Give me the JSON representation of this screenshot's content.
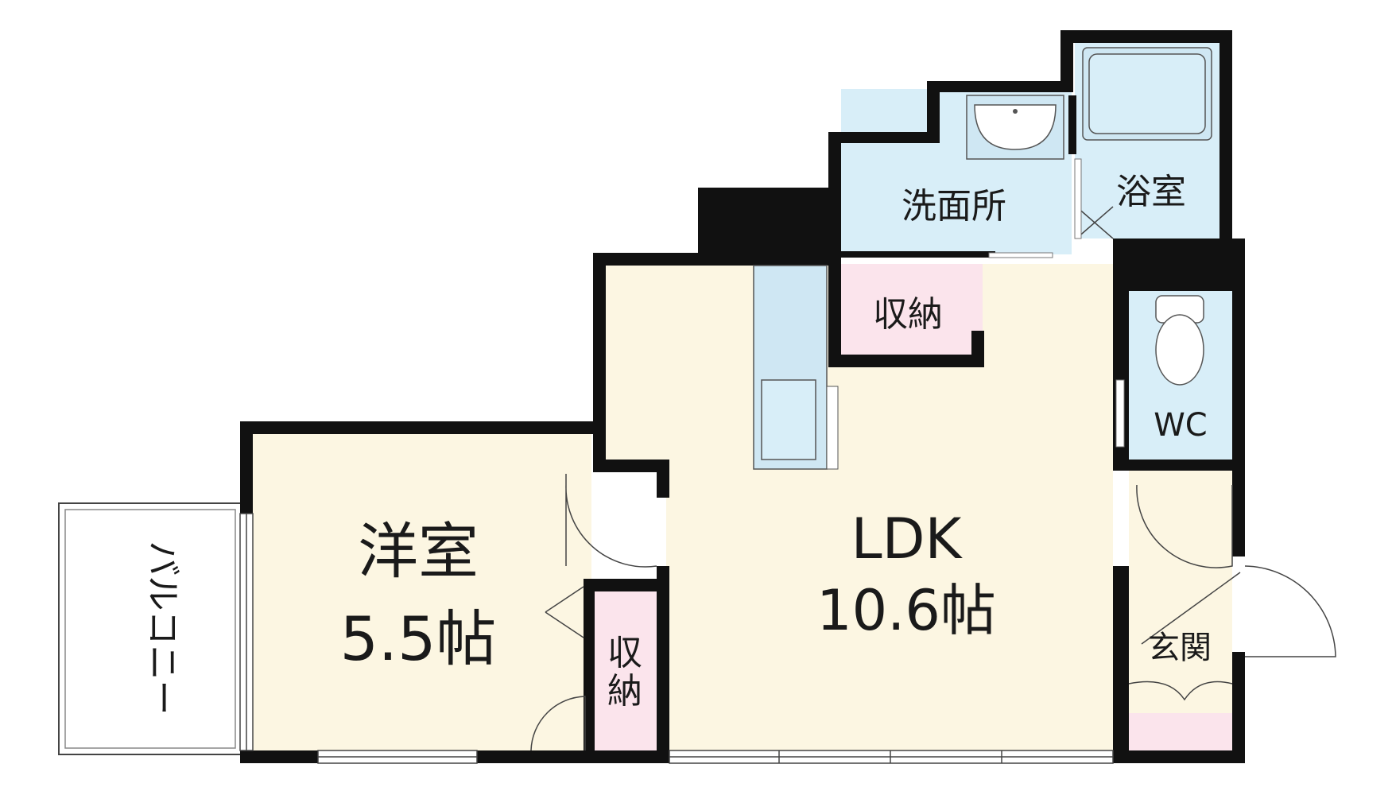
{
  "rooms": {
    "washroom": {
      "label": "洗面所",
      "color": "#d8eef8"
    },
    "bath": {
      "label": "浴室",
      "color": "#d8eef8"
    },
    "storage_top": {
      "label": "収納",
      "color": "#fbe4ec"
    },
    "wc": {
      "label": "WC",
      "color": "#d8eef8"
    },
    "ldk": {
      "name": "LDK",
      "size": "10.6帖",
      "color": "#fcf6e2"
    },
    "western": {
      "name": "洋室",
      "size": "5.5帖",
      "color": "#fcf6e2"
    },
    "storage_side": {
      "label_line1": "収",
      "label_line2": "納",
      "color": "#fbe4ec"
    },
    "entrance": {
      "label": "玄関",
      "color": "#fcf6e2"
    },
    "balcony": {
      "label": "バルコニー",
      "color": "#ffffff"
    }
  },
  "colors": {
    "wall": "#111111",
    "fixture_fill": "#cfe7f3",
    "fixture_stroke": "#555555"
  }
}
